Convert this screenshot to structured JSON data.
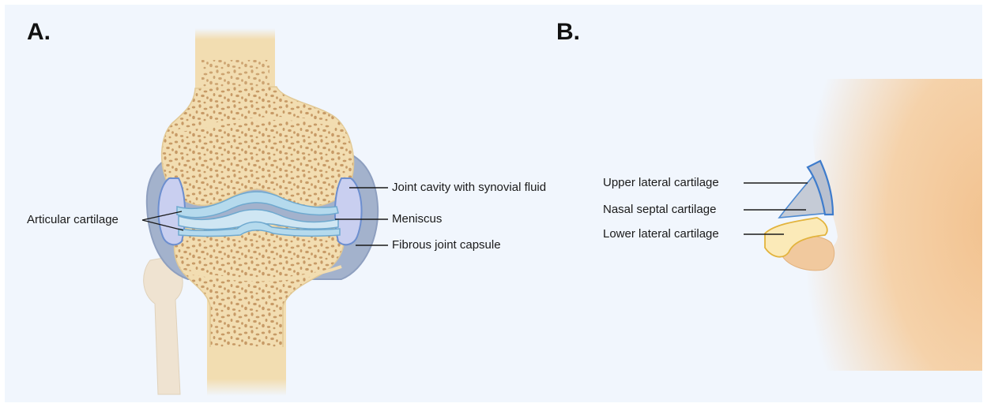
{
  "panels": [
    {
      "label": "A.",
      "callouts": {
        "articular_cartilage": "Articular cartilage",
        "joint_cavity": "Joint cavity with synovial fluid",
        "meniscus": "Meniscus",
        "fibrous_capsule": "Fibrous joint capsule"
      }
    },
    {
      "label": "B.",
      "callouts": {
        "upper_lateral": "Upper lateral cartilage",
        "nasal_septal": "Nasal septal cartilage",
        "lower_lateral": "Lower lateral cartilage"
      }
    }
  ],
  "colors": {
    "background": "#f1f6fd",
    "bone": "#f2ddb1",
    "bone_pores": "#c79a66",
    "capsule": "#a3b2cc",
    "cartilage": "#b5daed",
    "synovial": "#c9cff0",
    "skin": "#f1c99e",
    "nasal_cartilage": "#fbeab8",
    "leader_line": "#1a1a1a"
  }
}
